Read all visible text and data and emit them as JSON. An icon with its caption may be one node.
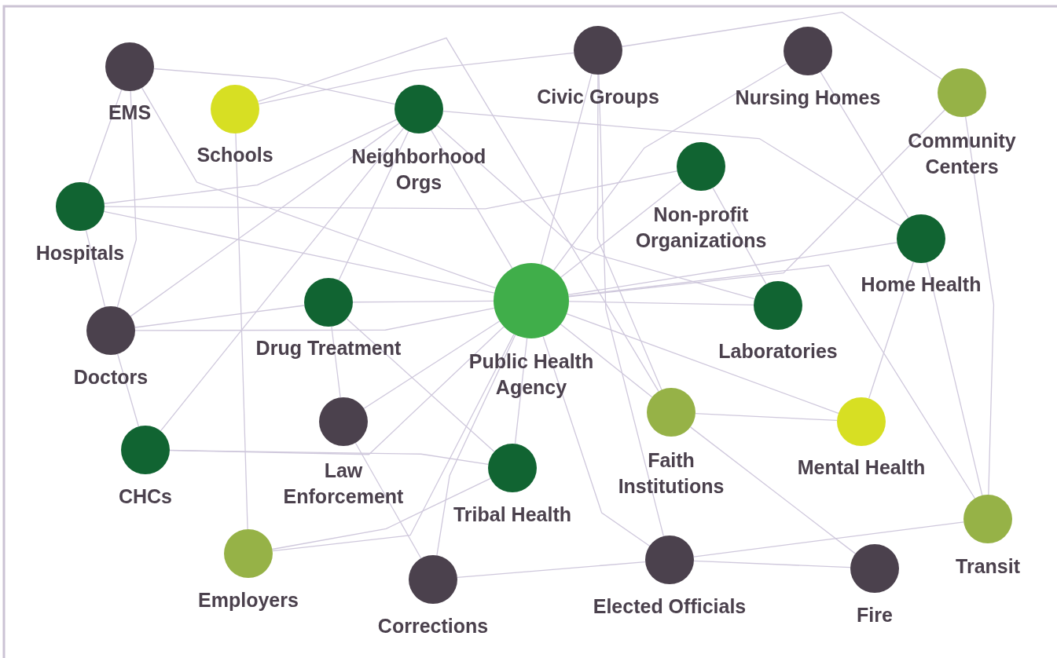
{
  "diagram": {
    "nodes": [
      {
        "text": [
          "EMS"
        ]
      },
      {
        "text": [
          "Schools"
        ]
      },
      {
        "text": [
          "Civic Groups"
        ]
      },
      {
        "text": [
          "Nursing Homes"
        ]
      },
      {
        "text": [
          "Community Centers"
        ]
      },
      {
        "text": [
          "Neighborhood Orgs"
        ]
      },
      {
        "text": [
          "Non-profit Organizations"
        ]
      },
      {
        "text": [
          "Hospitals"
        ]
      },
      {
        "text": [
          "Home Health"
        ]
      },
      {
        "text": [
          "Public Health Agency"
        ]
      },
      {
        "text": [
          "Drug Treatment"
        ]
      },
      {
        "text": [
          "Laboratories"
        ]
      },
      {
        "text": [
          "Doctors"
        ]
      },
      {
        "text": [
          "Law Enforcement"
        ]
      },
      {
        "text": [
          "Faith Institutions"
        ]
      },
      {
        "text": [
          "Mental Health"
        ]
      },
      {
        "text": [
          "CHCs"
        ]
      },
      {
        "text": [
          "Tribal Health"
        ]
      },
      {
        "text": [
          "Employers"
        ]
      },
      {
        "text": [
          "Corrections"
        ]
      },
      {
        "text": [
          "Elected Officials"
        ]
      },
      {
        "text": [
          "Fire"
        ]
      },
      {
        "text": [
          "Transit"
        ]
      }
    ],
    "edges": [
      {
        "from": 0,
        "to": 5,
        "arrow": "none"
      },
      {
        "from": 0,
        "to": 9,
        "arrow": "none"
      },
      {
        "from": 0,
        "to": 7,
        "arrow": "none"
      },
      {
        "from": 0,
        "to": 12,
        "arrow": "none"
      },
      {
        "from": 1,
        "to": 2,
        "arrow": "none"
      },
      {
        "from": 1,
        "to": 14,
        "arrow": "none"
      },
      {
        "from": 1,
        "to": 18,
        "arrow": "none"
      },
      {
        "from": 7,
        "to": 5,
        "arrow": "none"
      },
      {
        "from": 7,
        "to": 6,
        "arrow": "none"
      },
      {
        "from": 7,
        "to": 9,
        "arrow": "none"
      },
      {
        "from": 7,
        "to": 12,
        "arrow": "none"
      },
      {
        "from": 5,
        "to": 12,
        "arrow": "none"
      },
      {
        "from": 5,
        "to": 16,
        "arrow": "none"
      },
      {
        "from": 5,
        "to": 10,
        "arrow": "none"
      },
      {
        "from": 5,
        "to": 9,
        "arrow": "none"
      },
      {
        "from": 5,
        "to": 8,
        "arrow": "none"
      },
      {
        "from": 5,
        "to": 11,
        "arrow": "none"
      },
      {
        "from": 2,
        "to": 4,
        "arrow": "none"
      },
      {
        "from": 2,
        "to": 9,
        "arrow": "none"
      },
      {
        "from": 2,
        "to": 14,
        "arrow": "none"
      },
      {
        "from": 2,
        "to": 20,
        "arrow": "none"
      },
      {
        "from": 3,
        "to": 9,
        "arrow": "none"
      },
      {
        "from": 3,
        "to": 8,
        "arrow": "none"
      },
      {
        "from": 4,
        "to": 9,
        "arrow": "none"
      },
      {
        "from": 4,
        "to": 22,
        "arrow": "none"
      },
      {
        "from": 6,
        "to": 9,
        "arrow": "none"
      },
      {
        "from": 6,
        "to": 11,
        "arrow": "none"
      },
      {
        "from": 8,
        "to": 9,
        "arrow": "none"
      },
      {
        "from": 8,
        "to": 15,
        "arrow": "none"
      },
      {
        "from": 8,
        "to": 22,
        "arrow": "none"
      },
      {
        "from": 9,
        "to": 11,
        "arrow": "none"
      },
      {
        "from": 12,
        "to": 10,
        "arrow": "none"
      },
      {
        "from": 12,
        "to": 9,
        "arrow": "none"
      },
      {
        "from": 10,
        "to": 9,
        "arrow": "none"
      },
      {
        "from": 10,
        "to": 13,
        "arrow": "none"
      },
      {
        "from": 10,
        "to": 17,
        "arrow": "none"
      },
      {
        "from": 9,
        "to": 16,
        "arrow": "none"
      },
      {
        "from": 9,
        "to": 13,
        "arrow": "none"
      },
      {
        "from": 9,
        "to": 18,
        "arrow": "none"
      },
      {
        "from": 9,
        "to": 17,
        "arrow": "none"
      },
      {
        "from": 9,
        "to": 19,
        "arrow": "none"
      },
      {
        "from": 9,
        "to": 20,
        "arrow": "none"
      },
      {
        "from": 9,
        "to": 14,
        "arrow": "none"
      },
      {
        "from": 9,
        "to": 15,
        "arrow": "none"
      },
      {
        "from": 9,
        "to": 22,
        "arrow": "none"
      },
      {
        "from": 14,
        "to": 15,
        "arrow": "none"
      },
      {
        "from": 14,
        "to": 21,
        "arrow": "none"
      },
      {
        "from": 20,
        "to": 19,
        "arrow": "none"
      },
      {
        "from": 20,
        "to": 21,
        "arrow": "none"
      },
      {
        "from": 20,
        "to": 22,
        "arrow": "none"
      },
      {
        "from": 19,
        "to": 13,
        "arrow": "none"
      },
      {
        "from": 16,
        "to": 17,
        "arrow": "none"
      },
      {
        "from": 16,
        "to": 12,
        "arrow": "none"
      },
      {
        "from": 18,
        "to": 17,
        "arrow": "none"
      }
    ]
  }
}
